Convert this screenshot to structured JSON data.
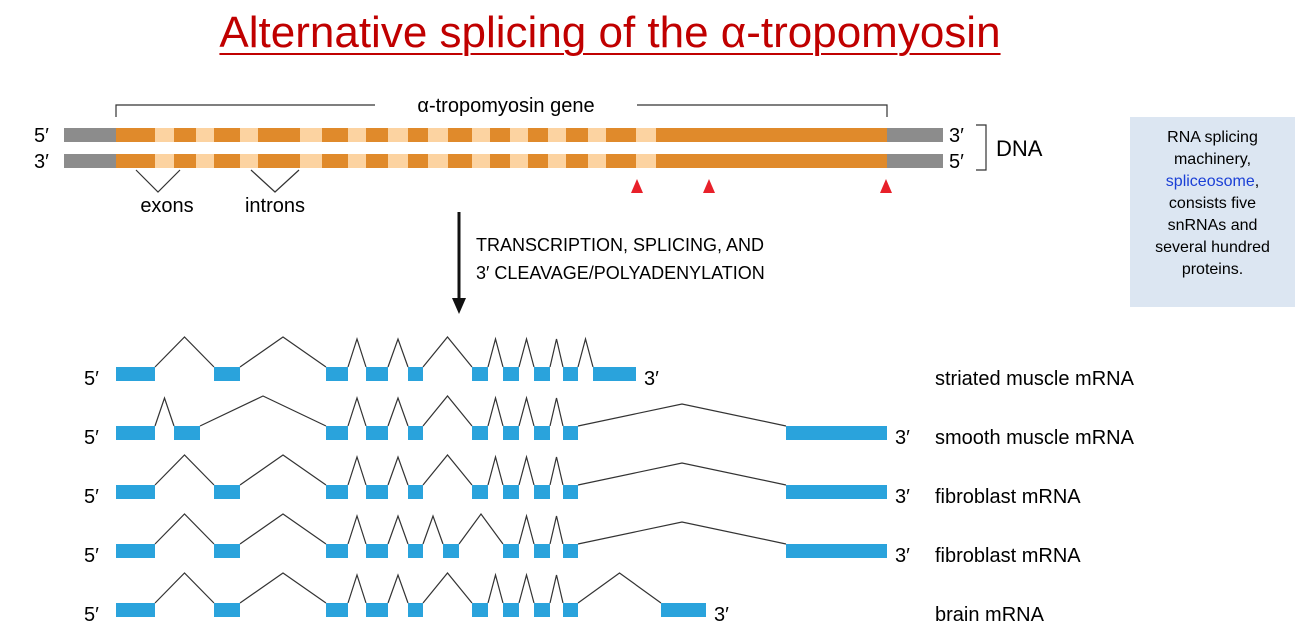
{
  "title": "Alternative splicing of the α-tropomyosin",
  "gene_label": "α-tropomyosin gene",
  "dna": {
    "top_left": "5′",
    "bottom_left": "3′",
    "top_right": "3′",
    "bottom_right": "5′",
    "label": "DNA",
    "exons_label": "exons",
    "introns_label": "introns"
  },
  "arrow_text": {
    "line1": "TRANSCRIPTION, SPLICING, AND",
    "line2": "3′ CLEAVAGE/POLYADENYLATION"
  },
  "info_box": {
    "line1": "RNA splicing",
    "line2": "machinery,",
    "highlight": "spliceosome",
    "line3_suffix": ",",
    "line4": "consists five",
    "line5": "snRNAs and",
    "line6": "several hundred",
    "line7": "proteins."
  },
  "mrna": [
    {
      "label": "striated muscle mRNA",
      "five": "5′",
      "three": "3′"
    },
    {
      "label": "smooth muscle mRNA",
      "five": "5′",
      "three": "3′"
    },
    {
      "label": "fibroblast mRNA",
      "five": "5′",
      "three": "3′"
    },
    {
      "label": "fibroblast mRNA",
      "five": "5′",
      "three": "3′"
    },
    {
      "label": "brain mRNA",
      "five": "5′",
      "three": "3′"
    }
  ],
  "colors": {
    "title": "#c00000",
    "exon": "#e08a2b",
    "intron": "#fcd3a1",
    "dna_flank": "#8c8c8c",
    "mrna_exon": "#2aa3dc",
    "polyA_marker": "#e8202a",
    "info_box_bg": "#dce6f2",
    "spliceosome_text": "#1a3fd6"
  }
}
